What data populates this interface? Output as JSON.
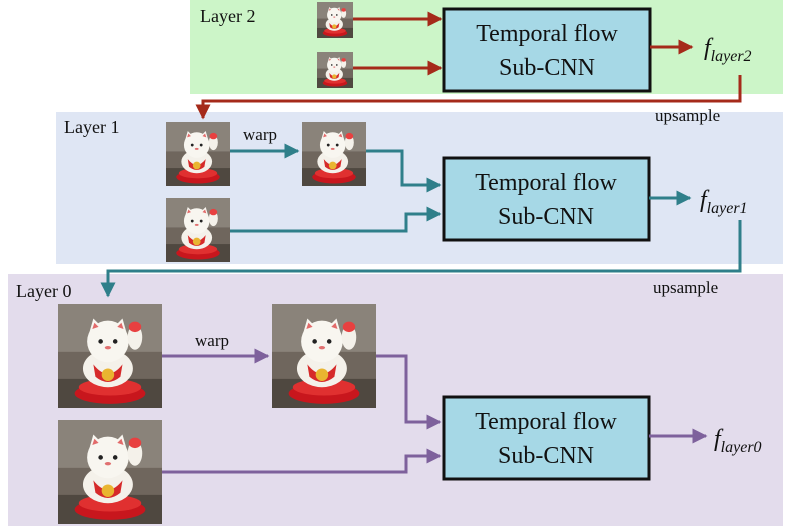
{
  "colors": {
    "layer2_bg": "#ccf5c8",
    "layer1_bg": "#dfe6f4",
    "layer0_bg": "#e3dcec",
    "box_fill": "#a6d8e6",
    "arrow_red": "#a52a1a",
    "arrow_teal": "#2f7f8a",
    "arrow_purple": "#7e619c"
  },
  "layers": [
    {
      "label": "Layer 2",
      "warp": "",
      "box_line1": "Temporal flow",
      "box_line2": "Sub-CNN",
      "f_main": "f",
      "f_sub": "layer2",
      "upsample": "upsample"
    },
    {
      "label": "Layer 1",
      "warp": "warp",
      "box_line1": "Temporal flow",
      "box_line2": "Sub-CNN",
      "f_main": "f",
      "f_sub": "layer1",
      "upsample": "upsample"
    },
    {
      "label": "Layer 0",
      "warp": "warp",
      "box_line1": "Temporal flow",
      "box_line2": "Sub-CNN",
      "f_main": "f",
      "f_sub": "layer0",
      "upsample": ""
    }
  ],
  "icons": {
    "frame": "lucky-cat-photo-icon"
  }
}
